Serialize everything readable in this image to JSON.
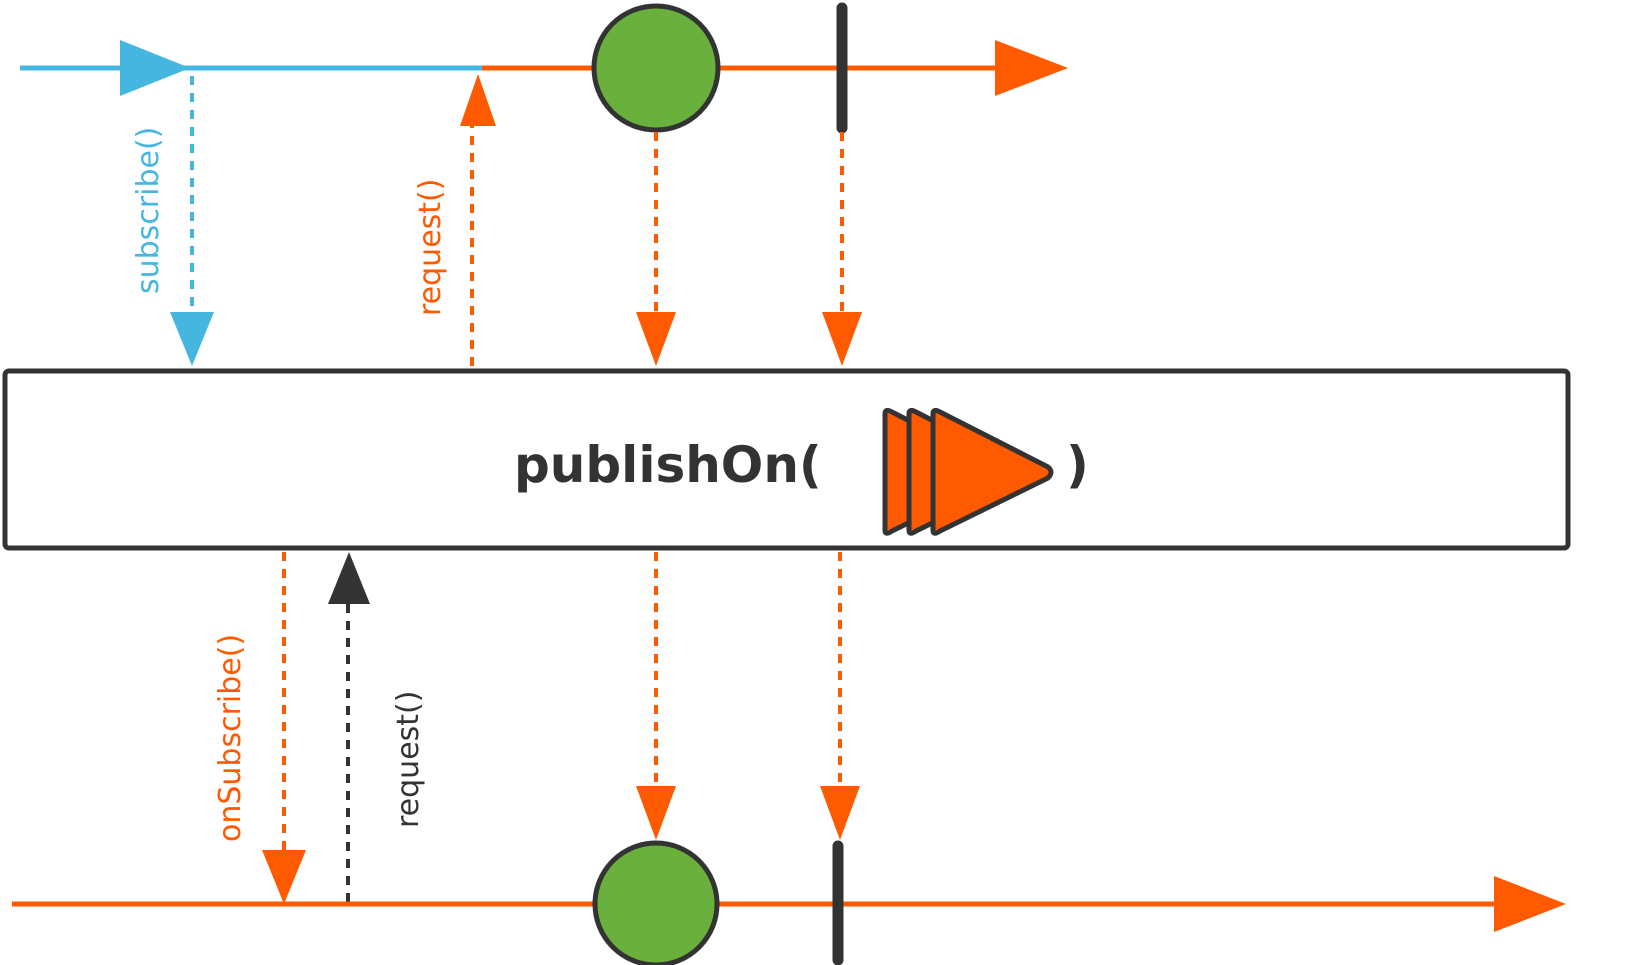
{
  "operator": {
    "name": "publishOn(",
    "close": ")",
    "icon": "scheduler-triple-arrow-icon"
  },
  "labels": {
    "subscribe": "subscribe()",
    "request_upstream": "request()",
    "on_subscribe": "onSubscribe()",
    "request_downstream": "request()"
  },
  "colors": {
    "subscription": "#45b6e0",
    "signal": "#ff5a00",
    "value": "#6ab03c",
    "stroke": "#333333",
    "background": "#ffffff"
  },
  "timelines": {
    "upstream": "upstream-timeline",
    "downstream": "downstream-timeline"
  }
}
